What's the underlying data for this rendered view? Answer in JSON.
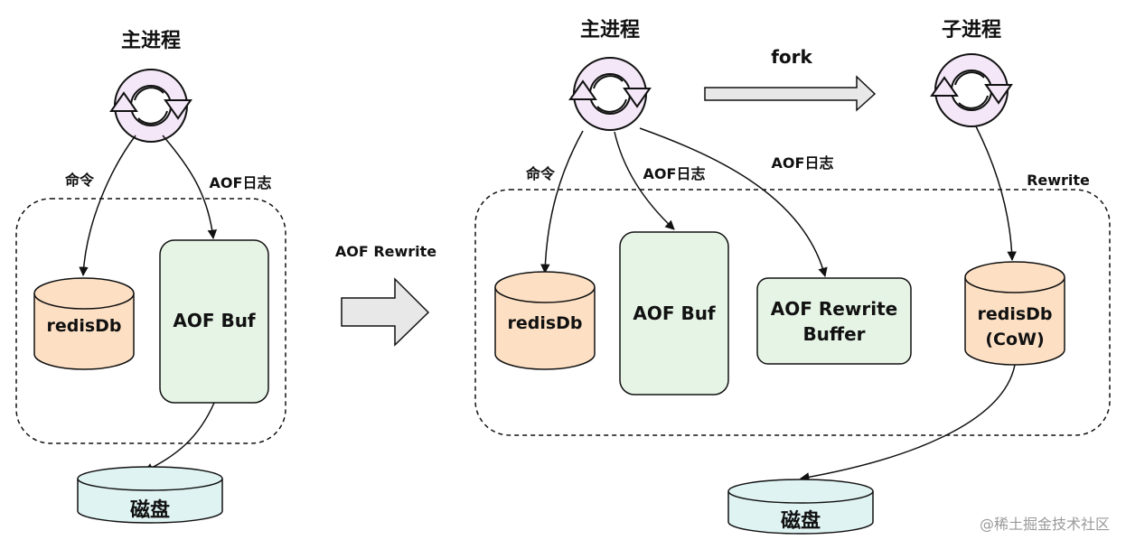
{
  "left": {
    "title": "主进程",
    "cmd_label": "命令",
    "aof_label": "AOF日志",
    "db_label": "redisDb",
    "buf_label": "AOF Buf",
    "disk_label": "磁盘"
  },
  "middle": {
    "label": "AOF Rewrite"
  },
  "right": {
    "main_title": "主进程",
    "child_title": "子进程",
    "fork_label": "fork",
    "cmd_label": "命令",
    "aof_label_1": "AOF日志",
    "aof_label_2": "AOF日志",
    "rewrite_label": "Rewrite",
    "db_label": "redisDb",
    "buf_label": "AOF Buf",
    "rewrite_buffer_line1": "AOF Rewrite",
    "rewrite_buffer_line2": "Buffer",
    "child_db_line1": "redisDb",
    "child_db_line2": "(CoW)",
    "disk_label": "磁盘"
  },
  "watermark": "@稀土掘金技术社区",
  "colors": {
    "db_fill": "#fde0c4",
    "buf_fill": "#e6f4e6",
    "disk_fill": "#dff3f3",
    "cycle_fill": "#f4e7f7",
    "arrow_fill": "#e8e8e8"
  }
}
